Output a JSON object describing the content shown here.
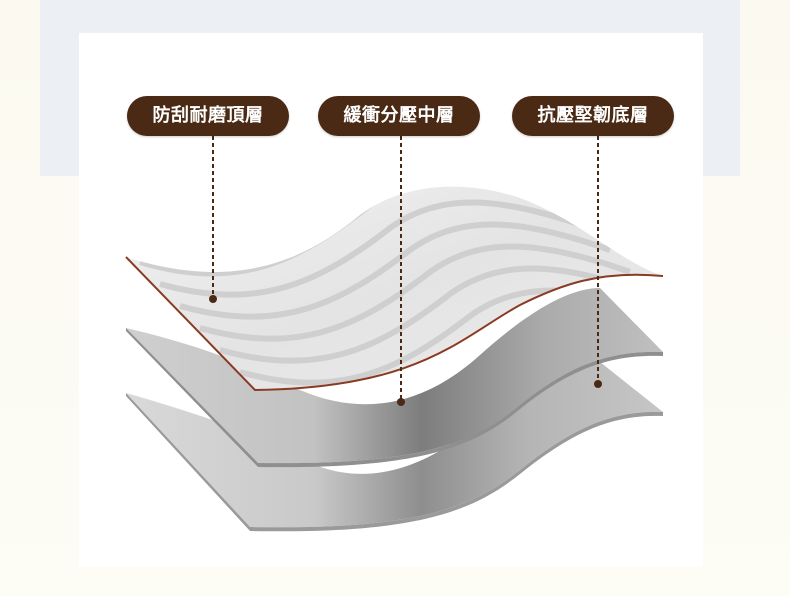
{
  "labels": {
    "top": "防刮耐磨頂層",
    "middle": "緩衝分壓中層",
    "bottom": "抗壓堅韌底層"
  },
  "colors": {
    "pill_background": "#4a2a14",
    "leader_line": "#4a2a14",
    "top_layer_edge": "#8a3a22",
    "top_layer_fill": "#e7e7e7",
    "middle_layer_fill": "#b9b9b9",
    "bottom_layer_fill": "#a9a9a9"
  }
}
